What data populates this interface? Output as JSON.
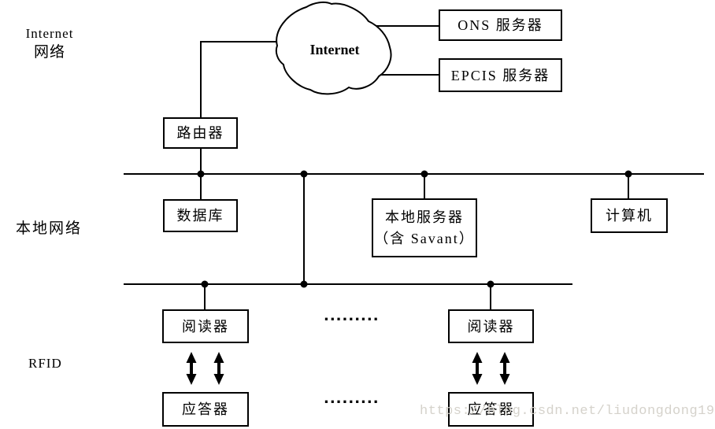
{
  "diagram": {
    "type": "network-architecture",
    "description": "RFID / EPC network diagram with Internet cloud, local network bus and RFID layer"
  },
  "labels": {
    "internet_line1": "Internet",
    "internet_line2": "网络",
    "local_network": "本地网络",
    "rfid": "RFID"
  },
  "cloud": {
    "label": "Internet"
  },
  "boxes": {
    "ons": {
      "label": "ONS 服务器"
    },
    "epcis": {
      "label": "EPCIS 服务器"
    },
    "router": {
      "label": "路由器"
    },
    "database": {
      "label": "数据库"
    },
    "local_server": {
      "line1": "本地服务器",
      "line2": "（含 Savant）"
    },
    "computer": {
      "label": "计算机"
    },
    "reader_left": {
      "label": "阅读器"
    },
    "reader_right": {
      "label": "阅读器"
    },
    "transponder_left": {
      "label": "应答器"
    },
    "transponder_right": {
      "label": "应答器"
    }
  },
  "ellipsis": {
    "row1": ".........",
    "row2": "........."
  },
  "watermark": {
    "text": "https://blog.csdn.net/liudongdong19",
    "color": "#d5d2cb"
  },
  "colors": {
    "line": "#000000",
    "background": "#ffffff",
    "box_border": "#000000",
    "text": "#000000"
  }
}
